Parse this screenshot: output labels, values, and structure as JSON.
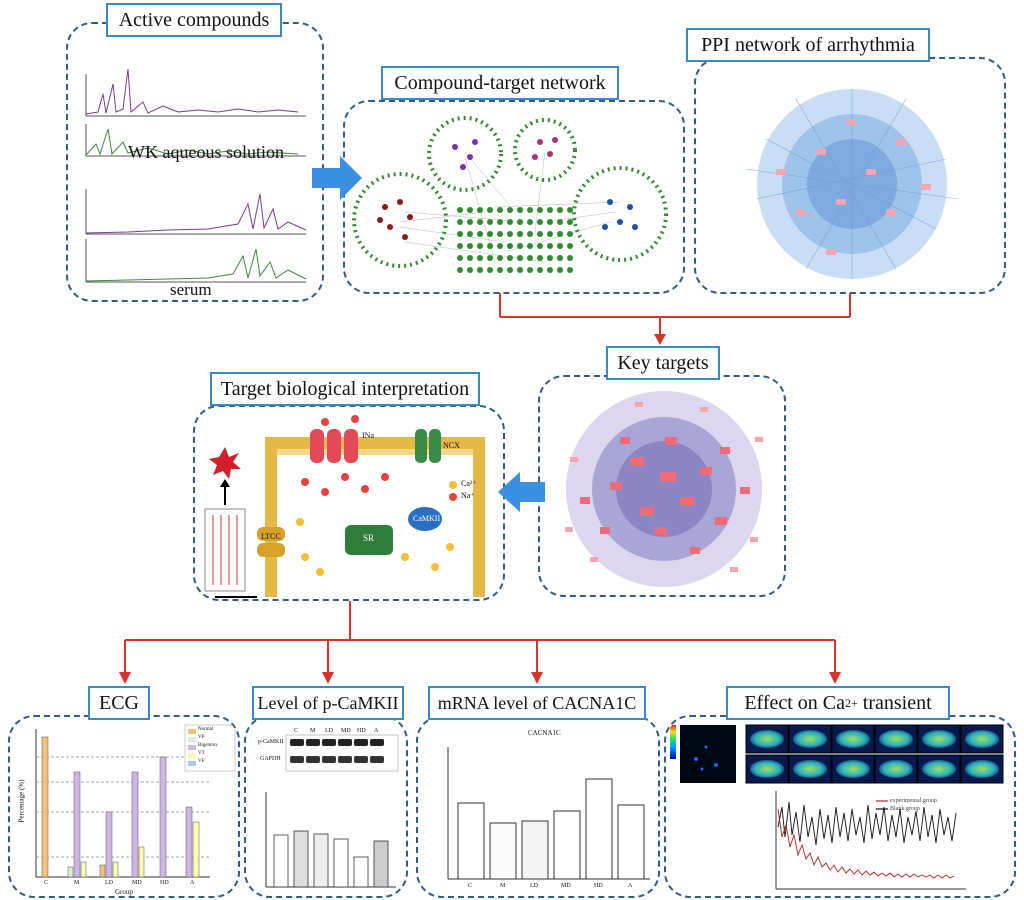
{
  "labels": {
    "active_compounds": "Active compounds",
    "compound_target_network": "Compound-target network",
    "ppi_network": "PPI network of arrhythmia",
    "key_targets": "Key targets",
    "target_interpretation": "Target biological interpretation",
    "ecg": "ECG",
    "pcamkii": "Level of p-CaMKII",
    "mrna": "mRNA level of CACNA1C",
    "ca_transient_prefix": "Effect on Ca",
    "ca_transient_sup": "2+",
    "ca_transient_suffix": " transient"
  },
  "chromatograms": {
    "wk_label": "WK aqueous solution",
    "serum_label": "serum"
  },
  "pathway": {
    "ca_legend": "Ca²⁺",
    "na_legend": "Na⁺",
    "ina": "INa",
    "ncx": "NCX",
    "camkii": "CaMKII",
    "ltcc": "LTCC",
    "sr": "SR"
  },
  "ecg_chart": {
    "xlabel": "Group",
    "ylabel": "Percentage (%)",
    "categories": [
      "C",
      "M",
      "LD",
      "MD",
      "HD",
      "A"
    ],
    "legend": [
      "Normal",
      "VP",
      "Bigeminy",
      "VT",
      "VF"
    ]
  },
  "western": {
    "lanes": [
      "C",
      "M",
      "LD",
      "MD",
      "HD",
      "A"
    ],
    "bands": [
      "p-CaMKII",
      "GAPDH"
    ]
  },
  "mrna_chart": {
    "title": "CACNA1C",
    "categories": [
      "C",
      "M",
      "LD",
      "MD",
      "HD",
      "A"
    ]
  },
  "ca_chart": {
    "legend": [
      "experimental group",
      "Blank group"
    ]
  },
  "colors": {
    "border": "#2f5d8a",
    "label_border": "#3a88c4",
    "arrow_blue": "#3b8fe0",
    "connector_red": "#d9332b"
  }
}
